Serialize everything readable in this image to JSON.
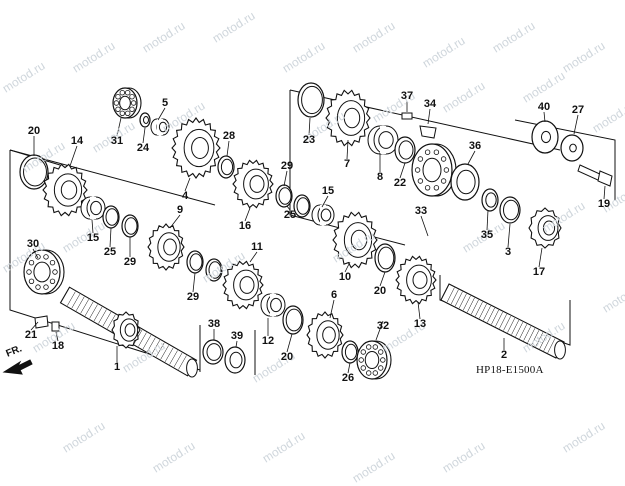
{
  "diagram": {
    "code": "HP18-E1500A",
    "front_indicator": "FR.",
    "watermark_text": "motod.ru",
    "part_numbers": [
      "1",
      "2",
      "3",
      "4",
      "5",
      "6",
      "7",
      "8",
      "9",
      "10",
      "11",
      "12",
      "13",
      "14",
      "15",
      "15",
      "16",
      "17",
      "18",
      "19",
      "20",
      "20",
      "20",
      "21",
      "22",
      "23",
      "24",
      "25",
      "25",
      "26",
      "27",
      "28",
      "29",
      "29",
      "29",
      "30",
      "31",
      "32",
      "33",
      "34",
      "35",
      "36",
      "37",
      "38",
      "39",
      "40"
    ]
  }
}
